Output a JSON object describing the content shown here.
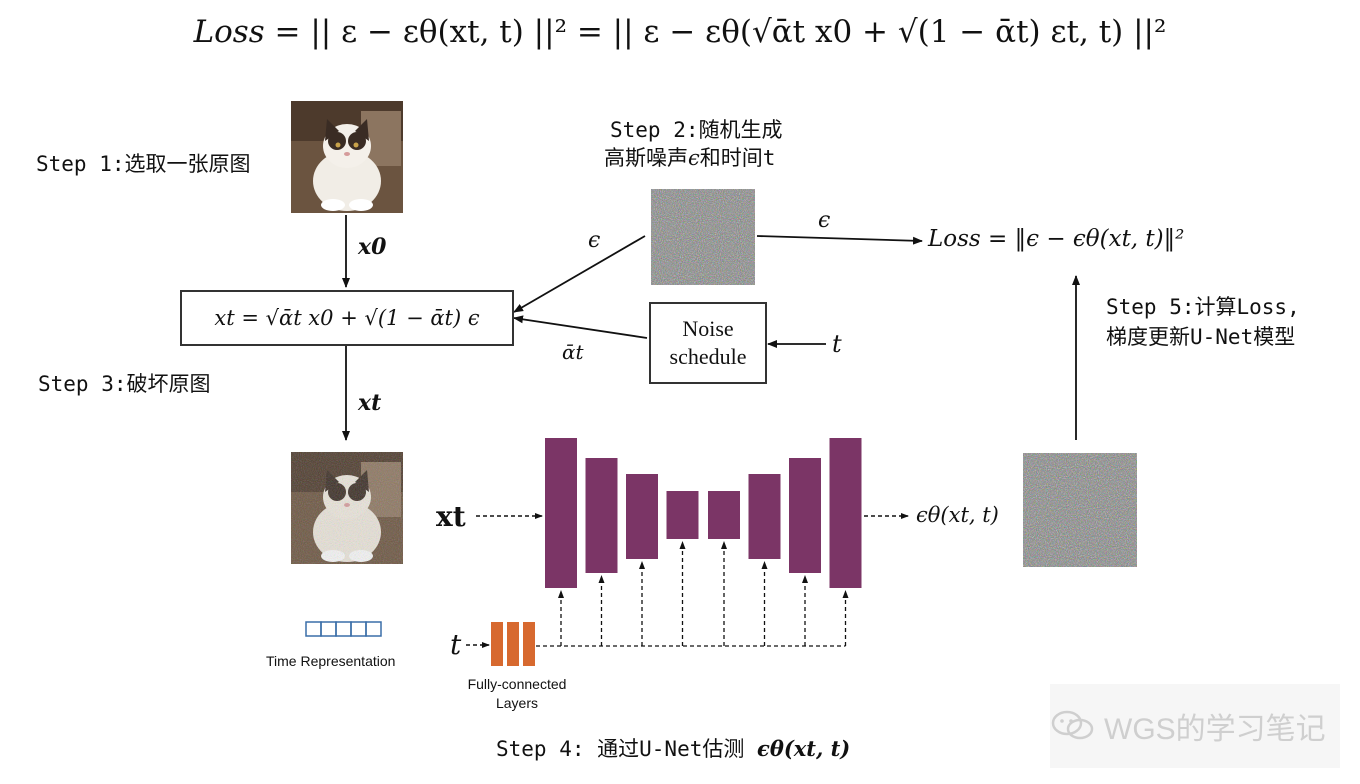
{
  "top_formula": {
    "lhs": "Loss",
    "mid": "= || ε − εθ(xt, t) ||² = || ε − εθ(√ᾱt x0 + √(1 − ᾱt) εt, t) ||²"
  },
  "steps": {
    "step1": "Step 1:选取一张原图",
    "step2_line1": "Step 2:随机生成",
    "step2_line2_a": "高斯噪声",
    "step2_line2_eps": "ϵ",
    "step2_line2_b": "和时间t",
    "step3": "Step 3:破坏原图",
    "step4_prefix": "Step 4: 通过U-Net估测",
    "step4_math": "ϵθ(xt, t)",
    "step5_line1": "Step 5:计算Loss,",
    "step5_line2": "梯度更新U-Net模型"
  },
  "labels": {
    "x0": "x0",
    "xt_plain": "xt",
    "eps_left": "ϵ",
    "eps_top": "ϵ",
    "alpha_bar": "ᾱt",
    "t_right": "t",
    "xt_input": "xt",
    "t_input": "t",
    "eps_theta_out": "ϵθ(xt, t)",
    "loss_rhs": "Loss = ‖ϵ − ϵθ(xt, t)‖²"
  },
  "formula_box": "xt = √ᾱt x0 + √(1 − ᾱt) ϵ",
  "noise_schedule": {
    "line1": "Noise",
    "line2": "schedule"
  },
  "time_representation": "Time Representation",
  "fc_layers": {
    "line1": "Fully-connected",
    "line2": "Layers"
  },
  "watermark": "WGS的学习笔记",
  "colors": {
    "unet_block": "#7b3566",
    "fc_block": "#d7692f",
    "time_cell": "#3a6ea8"
  },
  "unet_block_heights": [
    150,
    115,
    85,
    48,
    48,
    85,
    115,
    150
  ]
}
